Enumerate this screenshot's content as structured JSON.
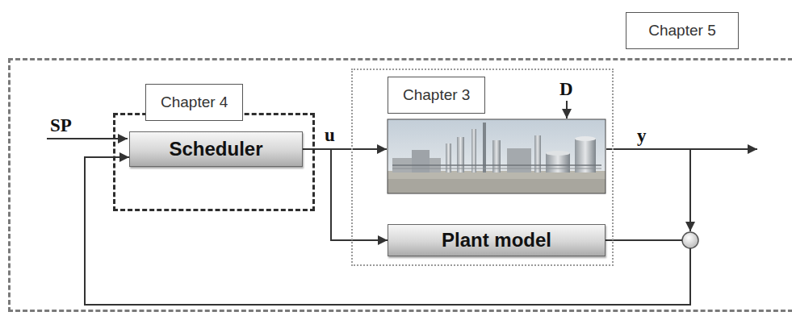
{
  "diagram": {
    "nodes": [
      {
        "text": [
          "Chapter 5"
        ]
      },
      {
        "text": [
          "Chapter 4"
        ],
        "in": 0
      },
      {
        "text": [
          "Scheduler"
        ],
        "in": 1
      },
      {
        "text": [
          "Chapter 3"
        ],
        "in": 0
      },
      {
        "text": [
          "Plant model"
        ],
        "in": 3
      }
    ],
    "edges": [
      {
        "from": 2,
        "to": 4,
        "arrow": "to"
      },
      {
        "from": 4,
        "to": 2,
        "arrow": "to"
      }
    ],
    "labels": [
      "SP",
      "u",
      "D",
      "y"
    ]
  }
}
